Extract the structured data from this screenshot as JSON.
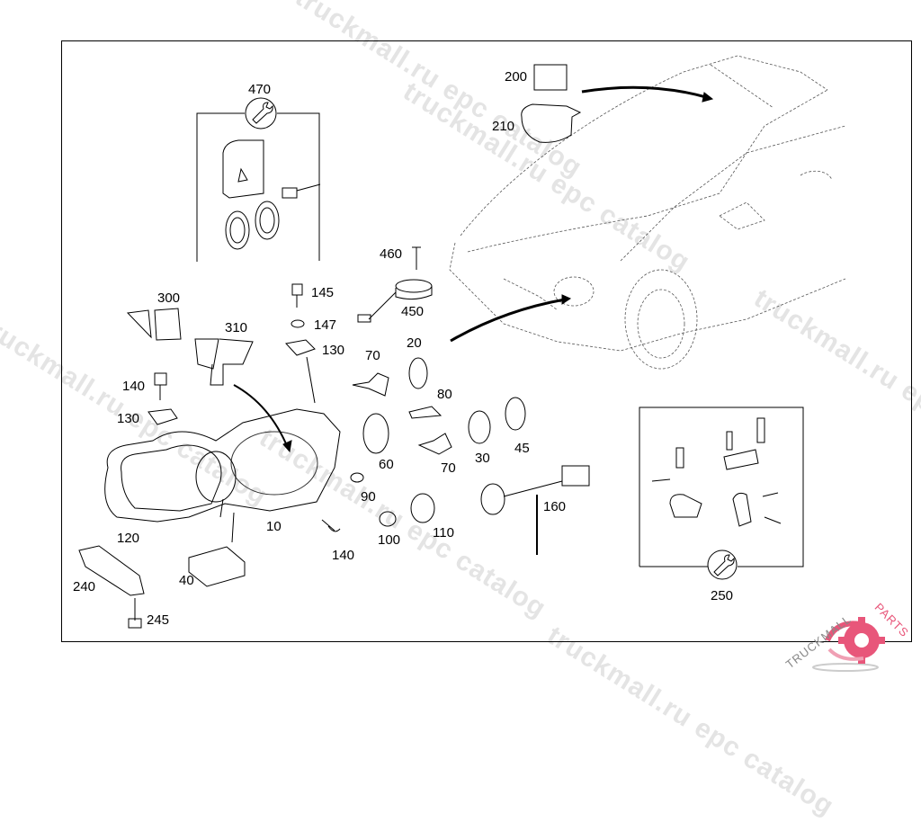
{
  "diagram": {
    "title": "Headlamp parts diagram",
    "callouts": [
      {
        "id": "470",
        "label": "470"
      },
      {
        "id": "200",
        "label": "200"
      },
      {
        "id": "210",
        "label": "210"
      },
      {
        "id": "460",
        "label": "460"
      },
      {
        "id": "450",
        "label": "450"
      },
      {
        "id": "300",
        "label": "300"
      },
      {
        "id": "310",
        "label": "310"
      },
      {
        "id": "145",
        "label": "145"
      },
      {
        "id": "147",
        "label": "147"
      },
      {
        "id": "130a",
        "label": "130"
      },
      {
        "id": "140a",
        "label": "140"
      },
      {
        "id": "130b",
        "label": "130"
      },
      {
        "id": "70a",
        "label": "70"
      },
      {
        "id": "20",
        "label": "20"
      },
      {
        "id": "80",
        "label": "80"
      },
      {
        "id": "60",
        "label": "60"
      },
      {
        "id": "70b",
        "label": "70"
      },
      {
        "id": "30",
        "label": "30"
      },
      {
        "id": "45",
        "label": "45"
      },
      {
        "id": "90",
        "label": "90"
      },
      {
        "id": "10",
        "label": "10"
      },
      {
        "id": "120",
        "label": "120"
      },
      {
        "id": "110",
        "label": "110"
      },
      {
        "id": "100",
        "label": "100"
      },
      {
        "id": "140b",
        "label": "140"
      },
      {
        "id": "160",
        "label": "160"
      },
      {
        "id": "240",
        "label": "240"
      },
      {
        "id": "40",
        "label": "40"
      },
      {
        "id": "245",
        "label": "245"
      },
      {
        "id": "250",
        "label": "250"
      }
    ],
    "icons": {
      "kit_470": "wrench-icon",
      "kit_250": "wrench-icon"
    }
  },
  "watermarks": {
    "text_1": "truckmall.ru epc catalog",
    "text_2": "truckmall.ru epc catalog",
    "text_3": "truckmall.ru epc catalog",
    "text_4": "truckmall.ru epc catalog"
  },
  "logo": {
    "part1": "TRUCKMALL",
    "part2": "PARTS",
    "accent": "#e8567a"
  }
}
